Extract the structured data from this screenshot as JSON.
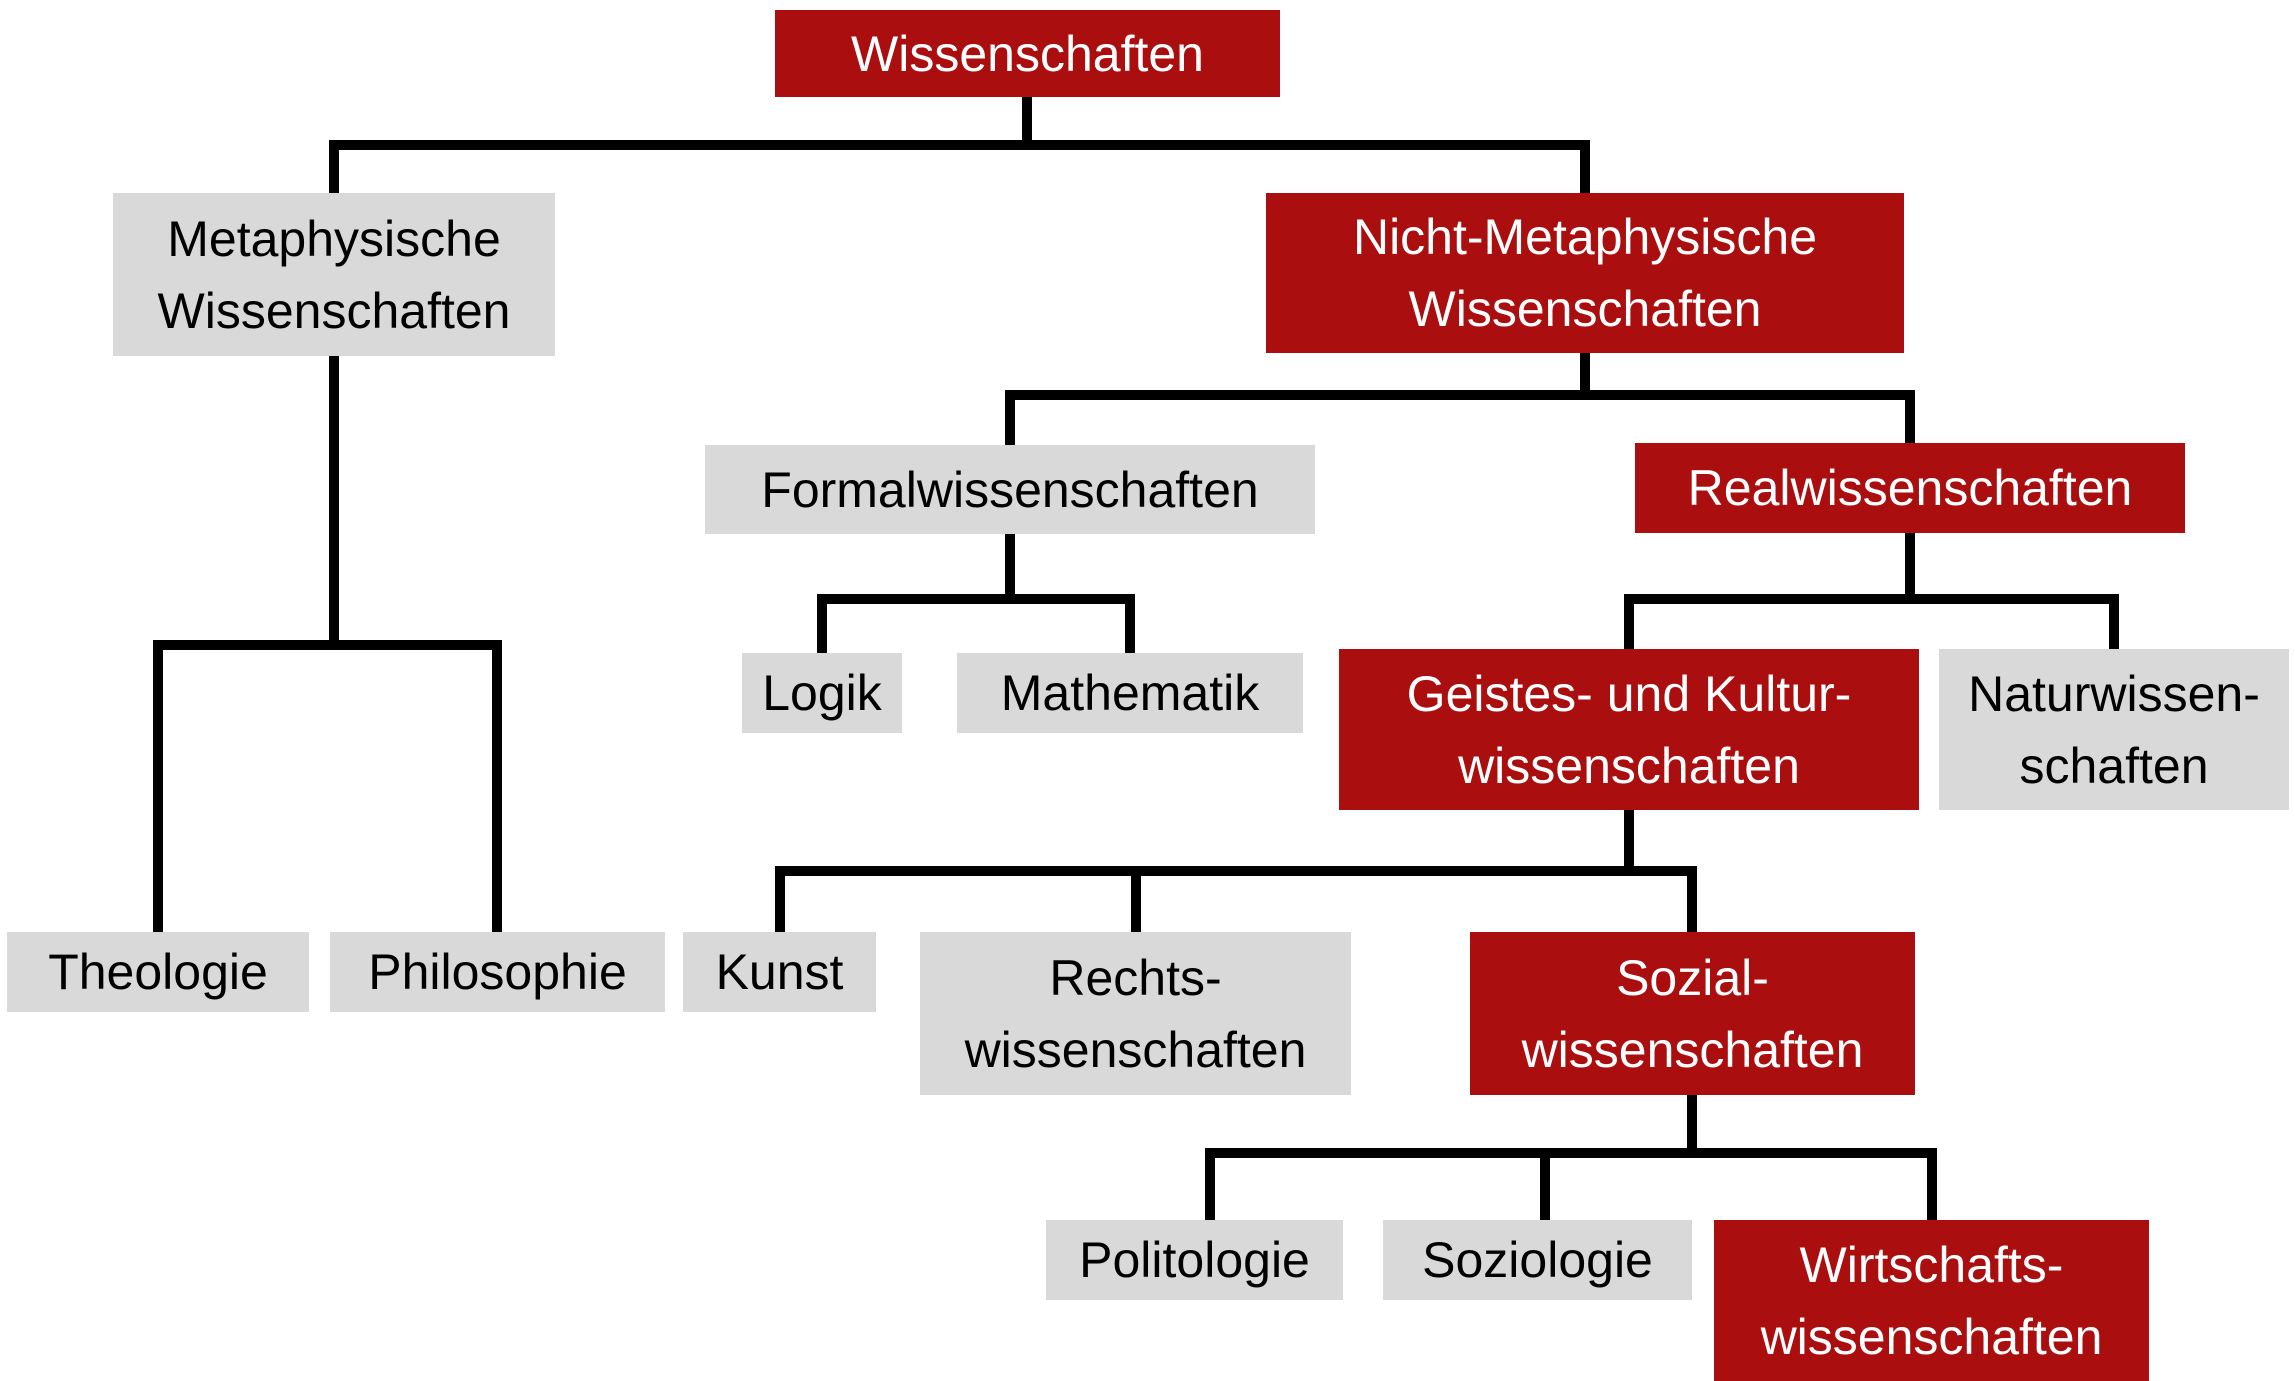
{
  "diagram_title": "Wissenschaften hierarchy diagram",
  "colors": {
    "red": "#AA0E0E",
    "gray": "#D9D9D9",
    "line": "#000000",
    "bg": "#FFFFFF",
    "text_on_red": "#FFFFFF",
    "text_on_gray": "#000000"
  },
  "nodes": {
    "wissenschaften": {
      "label": "Wissenschaften",
      "variant": "red"
    },
    "metaphysische": {
      "line1": "Metaphysische",
      "line2": "Wissenschaften",
      "variant": "gray"
    },
    "nicht_metaphysische": {
      "line1": "Nicht-Metaphysische",
      "line2": "Wissenschaften",
      "variant": "red"
    },
    "theologie": {
      "label": "Theologie",
      "variant": "gray"
    },
    "philosophie": {
      "label": "Philosophie",
      "variant": "gray"
    },
    "formalwissenschaften": {
      "label": "Formalwissenschaften",
      "variant": "gray"
    },
    "realwissenschaften": {
      "label": "Realwissenschaften",
      "variant": "red"
    },
    "logik": {
      "label": "Logik",
      "variant": "gray"
    },
    "mathematik": {
      "label": "Mathematik",
      "variant": "gray"
    },
    "geistes_kultur": {
      "line1": "Geistes- und Kultur-",
      "line2": "wissenschaften",
      "variant": "red"
    },
    "naturwissenschaften": {
      "line1": "Naturwissen-",
      "line2": "schaften",
      "variant": "gray"
    },
    "kunst": {
      "label": "Kunst",
      "variant": "gray"
    },
    "rechtswissenschaften": {
      "line1": "Rechts-",
      "line2": "wissenschaften",
      "variant": "gray"
    },
    "sozialwissenschaften": {
      "line1": "Sozial-",
      "line2": "wissenschaften",
      "variant": "red"
    },
    "politologie": {
      "label": "Politologie",
      "variant": "gray"
    },
    "soziologie": {
      "label": "Soziologie",
      "variant": "gray"
    },
    "wirtschaftswissenschaften": {
      "line1": "Wirtschafts-",
      "line2": "wissenschaften",
      "variant": "red"
    }
  },
  "edges": [
    [
      "wissenschaften",
      "metaphysische"
    ],
    [
      "wissenschaften",
      "nicht_metaphysische"
    ],
    [
      "metaphysische",
      "theologie"
    ],
    [
      "metaphysische",
      "philosophie"
    ],
    [
      "nicht_metaphysische",
      "formalwissenschaften"
    ],
    [
      "nicht_metaphysische",
      "realwissenschaften"
    ],
    [
      "formalwissenschaften",
      "logik"
    ],
    [
      "formalwissenschaften",
      "mathematik"
    ],
    [
      "realwissenschaften",
      "geistes_kultur"
    ],
    [
      "realwissenschaften",
      "naturwissenschaften"
    ],
    [
      "geistes_kultur",
      "kunst"
    ],
    [
      "geistes_kultur",
      "rechtswissenschaften"
    ],
    [
      "geistes_kultur",
      "sozialwissenschaften"
    ],
    [
      "sozialwissenschaften",
      "politologie"
    ],
    [
      "sozialwissenschaften",
      "soziologie"
    ],
    [
      "sozialwissenschaften",
      "wirtschaftswissenschaften"
    ]
  ]
}
